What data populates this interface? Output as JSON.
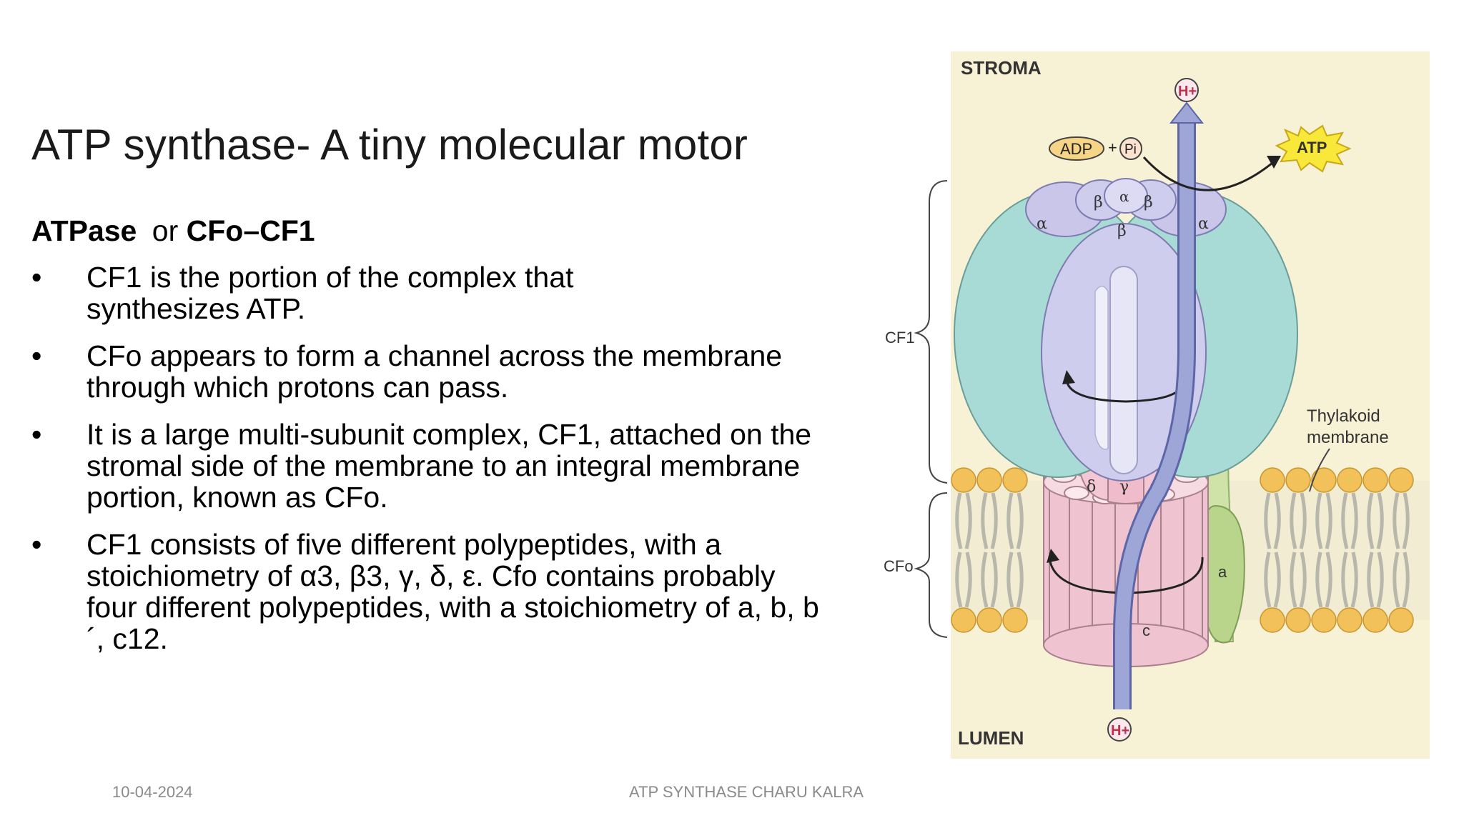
{
  "slide": {
    "title": "ATP synthase- A tiny molecular motor",
    "subheading": {
      "bold_1": "ATPase",
      "connector": "or",
      "bold_2": "CFo–CF1"
    },
    "bullets": [
      "CF1 is the portion of the complex that synthesizes ATP.",
      "CFo appears to form a channel across the membrane through which protons can pass.",
      "It is a large multi-subunit complex, CF1, attached on the stromal side of the membrane to an integral membrane portion, known as CFo.",
      "CF1 consists of five different polypeptides, with a stoichiometry of α3, β3, γ, δ, ε. Cfo contains probably four different polypeptides, with a stoichiometry of a, b, b´, c12."
    ],
    "bullet_symbol": "•"
  },
  "figure": {
    "stroma_label": "STROMA",
    "lumen_label": "LUMEN",
    "h_plus": "H+",
    "adp": "ADP",
    "plus": "+",
    "pi": "Pi",
    "atp": "ATP",
    "cf1_label": "CF1",
    "cfo_label": "CFo",
    "thylakoid_label_1": "Thylakoid",
    "thylakoid_label_2": "membrane",
    "subunits": {
      "alpha": "α",
      "beta": "β",
      "gamma": "γ",
      "delta": "δ",
      "epsilon": "ε",
      "a": "a",
      "b": "b",
      "c": "c"
    },
    "colors": {
      "background": "#f7f1d5",
      "alpha": "#a9dbd6",
      "beta": "#cfcdee",
      "c_ring": "#efc4d0",
      "b_stalk": "#cfe3a8",
      "arrow": "#9ea6d8",
      "lipid_head": "#f2c15a"
    }
  },
  "footer": {
    "date": "10-04-2024",
    "center": "ATP SYNTHASE CHARU KALRA"
  }
}
